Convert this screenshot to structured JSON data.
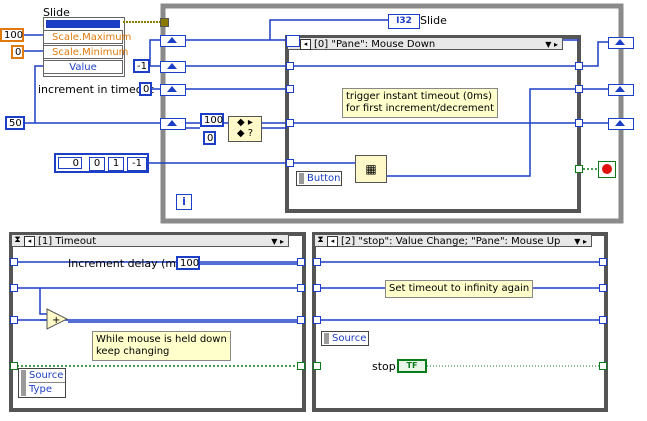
{
  "top": {
    "slide_label": "Slide",
    "prop_max": "Scale.Maximum",
    "prop_min": "Scale.Minimum",
    "prop_value": "Value",
    "const_100": "100",
    "const_0": "0",
    "const_neg1": "-1",
    "inc_timeout_label": "increment in timeout",
    "inc_timeout_value": "0",
    "const_50": "50",
    "select_100": "100",
    "select_0": "0",
    "array_index": "0",
    "array_values": [
      "0",
      "1",
      "-1"
    ],
    "slide_ref_type": "I32",
    "slide_ref_label": "Slide",
    "info_icon": "i"
  },
  "case0": {
    "title": "[0] \"Pane\": Mouse Down",
    "comment_line1": "trigger instant timeout (0ms)",
    "comment_line2": "for first increment/decrement",
    "event_field": "Button"
  },
  "case1": {
    "title": "[1] Timeout",
    "delay_label": "Increment delay (ms)",
    "delay_value": "100",
    "comment_line1": "While mouse is held down",
    "comment_line2": "keep changing",
    "event_field1": "Source",
    "event_field2": "Type"
  },
  "case2": {
    "title": "[2] \"stop\": Value Change;  \"Pane\": Mouse Up",
    "comment": "Set timeout to infinity again",
    "event_field": "Source",
    "stop_label": "stop",
    "stop_terminal": "TF"
  },
  "colors": {
    "int_wire": "#1c3fc5",
    "bool_wire": "#0a7a1a",
    "loop_frame": "#8a8a8a",
    "const_orange": "#e07a0f"
  }
}
